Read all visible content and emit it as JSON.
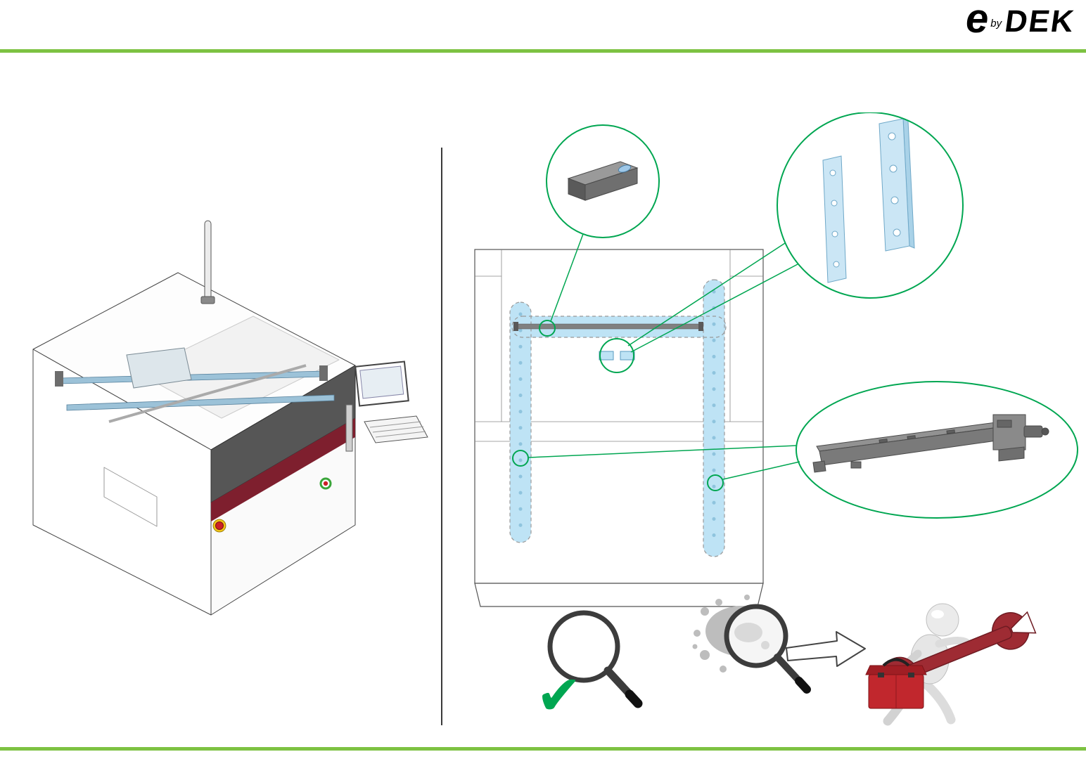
{
  "logo": {
    "e": "e",
    "by": "by",
    "dek": "DEK"
  },
  "icons": {
    "check": "✔",
    "magnifier_ok": "magnifier-with-green-check",
    "magnifier_dirty": "magnifier-with-debris",
    "technician": "technician-with-wrench-and-toolbox"
  },
  "colors": {
    "rule_green": "#7DC242",
    "callout_green": "#00A651",
    "rail_highlight_blue": "#BEE3F5",
    "rail_dot_blue": "#8FC4DE",
    "machine_stripe_maroon": "#7E1F2E",
    "hood_gray": "#565656",
    "check_green": "#00A651",
    "wrench_red": "#9E2B33",
    "toolbox_red": "#C1272D"
  }
}
